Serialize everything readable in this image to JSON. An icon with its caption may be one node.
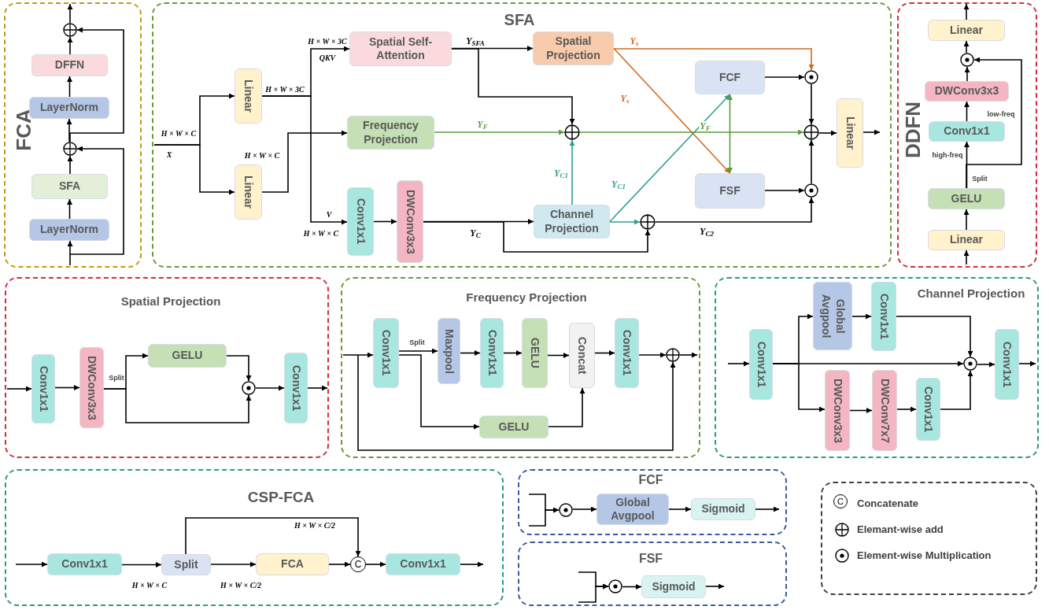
{
  "diagram": {
    "nodes": [
      {
        "text": [
          "FCA"
        ]
      },
      {
        "text": [],
        "shape": "circle",
        "in": 0
      },
      {
        "text": [
          "DFFN"
        ],
        "in": 0
      },
      {
        "text": [
          "LayerNorm"
        ],
        "in": 0
      },
      {
        "text": [],
        "shape": "circle",
        "in": 0
      },
      {
        "text": [
          "SFA"
        ],
        "in": 0
      },
      {
        "text": [
          "LayerNorm"
        ],
        "in": 0
      },
      {
        "text": [
          "SFA"
        ]
      },
      {
        "text": [
          "Linear"
        ],
        "in": 7
      },
      {
        "text": [
          "Linear"
        ],
        "in": 7
      },
      {
        "text": [
          "Spatial Self-Attention"
        ],
        "in": 7
      },
      {
        "text": [
          "Frequency Projection"
        ],
        "in": 7
      },
      {
        "text": [
          "Conv1x1"
        ],
        "in": 7
      },
      {
        "text": [
          "DWConv3x3"
        ],
        "in": 7
      },
      {
        "text": [
          "Spatial Projection"
        ],
        "in": 7
      },
      {
        "text": [
          "Channel Projection"
        ],
        "in": 7
      },
      {
        "text": [],
        "shape": "circle",
        "in": 7
      },
      {
        "text": [],
        "shape": "circle",
        "in": 7
      },
      {
        "text": [
          "FCF"
        ],
        "in": 7
      },
      {
        "text": [
          "FSF"
        ],
        "in": 7
      },
      {
        "text": [],
        "shape": "circle",
        "in": 7
      },
      {
        "text": [],
        "shape": "circle",
        "in": 7
      },
      {
        "text": [],
        "shape": "circle",
        "in": 7
      },
      {
        "text": [
          "Linear"
        ],
        "in": 7
      },
      {
        "text": [
          "DDFN"
        ]
      },
      {
        "text": [
          "Linear"
        ],
        "in": 24
      },
      {
        "text": [],
        "shape": "circle",
        "in": 24
      },
      {
        "text": [
          "DWConv3x3"
        ],
        "in": 24
      },
      {
        "text": [
          "Conv1x1"
        ],
        "in": 24
      },
      {
        "text": [
          "GELU"
        ],
        "in": 24
      },
      {
        "text": [
          "Linear"
        ],
        "in": 24
      },
      {
        "text": [
          "Spatial Projection"
        ]
      },
      {
        "text": [
          "Conv1x1"
        ],
        "in": 31
      },
      {
        "text": [
          "DWConv3x3"
        ],
        "in": 31
      },
      {
        "text": [
          "GELU"
        ],
        "in": 31
      },
      {
        "text": [],
        "shape": "circle",
        "in": 31
      },
      {
        "text": [
          "Conv1x1"
        ],
        "in": 31
      },
      {
        "text": [
          "Frequency Projection"
        ]
      },
      {
        "text": [
          "Conv1x1"
        ],
        "in": 37
      },
      {
        "text": [
          "Maxpool"
        ],
        "in": 37
      },
      {
        "text": [
          "Conv1x1"
        ],
        "in": 37
      },
      {
        "text": [
          "GELU"
        ],
        "in": 37
      },
      {
        "text": [
          "Concat"
        ],
        "in": 37
      },
      {
        "text": [
          "Conv1x1"
        ],
        "in": 37
      },
      {
        "text": [],
        "shape": "circle",
        "in": 37
      },
      {
        "text": [
          "GELU"
        ],
        "in": 37
      },
      {
        "text": [
          "Channel Projection"
        ]
      },
      {
        "text": [
          "Conv1x1"
        ],
        "in": 46
      },
      {
        "text": [
          "Global Avgpool"
        ],
        "in": 46
      },
      {
        "text": [
          "Conv1x1"
        ],
        "in": 46
      },
      {
        "text": [
          "DWConv3x3"
        ],
        "in": 46
      },
      {
        "text": [
          "DWConv7x7"
        ],
        "in": 46
      },
      {
        "text": [
          "Conv1x1"
        ],
        "in": 46
      },
      {
        "text": [],
        "shape": "circle",
        "in": 46
      },
      {
        "text": [
          "Conv1x1"
        ],
        "in": 46
      },
      {
        "text": [
          "CSP-FCA"
        ]
      },
      {
        "text": [
          "Conv1x1"
        ],
        "in": 55
      },
      {
        "text": [
          "Split"
        ],
        "in": 55
      },
      {
        "text": [
          "FCA"
        ],
        "in": 55
      },
      {
        "text": [
          "C"
        ],
        "in": 55
      },
      {
        "text": [
          "Conv1x1"
        ],
        "in": 55
      },
      {
        "text": [
          "FCF"
        ]
      },
      {
        "text": [],
        "shape": "circle",
        "in": 61
      },
      {
        "text": [
          "Global Avgpool"
        ],
        "in": 61
      },
      {
        "text": [
          "Sigmoid"
        ],
        "in": 61
      },
      {
        "text": [
          "FSF"
        ]
      },
      {
        "text": [],
        "shape": "circle",
        "in": 65
      },
      {
        "text": [
          "Sigmoid"
        ],
        "in": 65
      }
    ],
    "edges": [
      {
        "from": null,
        "to": 6,
        "arrow": "to"
      },
      {
        "from": 6,
        "to": 5,
        "arrow": "to"
      },
      {
        "from": 5,
        "to": 4,
        "arrow": "to"
      },
      {
        "from": null,
        "to": 4,
        "arrow": "to"
      },
      {
        "from": 4,
        "to": 3,
        "arrow": "to"
      },
      {
        "from": 3,
        "to": 2,
        "arrow": "to"
      },
      {
        "from": 2,
        "to": 1,
        "arrow": "to"
      },
      {
        "from": 4,
        "to": 1,
        "arrow": "to"
      },
      {
        "from": 1,
        "to": null,
        "arrow": "to"
      },
      {
        "from": null,
        "to": 8,
        "arrow": "to"
      },
      {
        "from": null,
        "to": 9,
        "arrow": "to"
      },
      {
        "from": 8,
        "to": 10,
        "arrow": "to"
      },
      {
        "from": 8,
        "to": 12,
        "arrow": "to"
      },
      {
        "from": 9,
        "to": 11,
        "arrow": "to"
      },
      {
        "from": 10,
        "to": 14,
        "arrow": "to",
        "label": "Y$_{SFA}$"
      },
      {
        "from": 10,
        "to": 16,
        "arrow": "to"
      },
      {
        "from": 11,
        "to": 16,
        "arrow": "to",
        "label": "Y$_{F}$",
        "color": "#5b9b3a"
      },
      {
        "from": 12,
        "to": 13,
        "arrow": "to"
      },
      {
        "from": 13,
        "to": 15,
        "arrow": "to",
        "label": "Y$_{C}$"
      },
      {
        "from": 13,
        "to": 17,
        "arrow": "to"
      },
      {
        "from": 15,
        "to": 16,
        "arrow": "to",
        "label": "Y$_{C1}$",
        "color": "#2f9e90"
      },
      {
        "from": 15,
        "to": 18,
        "arrow": "to",
        "label": "Y$_{C1}$",
        "color": "#2f9e90"
      },
      {
        "from": 15,
        "to": 17,
        "arrow": "to",
        "color": "#2f9e90"
      },
      {
        "from": 14,
        "to": 20,
        "arrow": "to",
        "label": "Y$_{s}$",
        "color": "#d2691e"
      },
      {
        "from": 14,
        "to": 19,
        "arrow": "to",
        "label": "Y$_{s}$",
        "color": "#d2691e"
      },
      {
        "from": 16,
        "to": 21,
        "arrow": "to",
        "label": "Y$_{F}$",
        "color": "#5b9b3a"
      },
      {
        "from": 18,
        "to": 19,
        "arrow": "both",
        "color": "#5b9b3a"
      },
      {
        "from": 18,
        "to": 20,
        "arrow": "to"
      },
      {
        "from": 19,
        "to": 22,
        "arrow": "to"
      },
      {
        "from": 20,
        "to": 21,
        "arrow": "to"
      },
      {
        "from": 22,
        "to": 21,
        "arrow": "to"
      },
      {
        "from": 17,
        "to": 22,
        "arrow": "to",
        "label": "Y$_{C2}$"
      },
      {
        "from": 21,
        "to": 23,
        "arrow": "to"
      },
      {
        "from": 23,
        "to": null,
        "arrow": "to"
      },
      {
        "from": null,
        "to": 30,
        "arrow": "to"
      },
      {
        "from": 30,
        "to": 29,
        "arrow": "to"
      },
      {
        "from": 29,
        "to": 28,
        "arrow": "to"
      },
      {
        "from": 29,
        "to": 26,
        "arrow": "to"
      },
      {
        "from": 28,
        "to": 27,
        "arrow": "to"
      },
      {
        "from": 27,
        "to": 26,
        "arrow": "to"
      },
      {
        "from": 26,
        "to": 25,
        "arrow": "to"
      },
      {
        "from": 25,
        "to": null,
        "arrow": "to"
      },
      {
        "from": null,
        "to": 32,
        "arrow": "to"
      },
      {
        "from": 32,
        "to": 33,
        "arrow": "to"
      },
      {
        "from": 33,
        "to": 34,
        "arrow": "to"
      },
      {
        "from": 33,
        "to": 35,
        "arrow": "to"
      },
      {
        "from": 34,
        "to": 35,
        "arrow": "to"
      },
      {
        "from": 35,
        "to": 36,
        "arrow": "to"
      },
      {
        "from": 36,
        "to": null,
        "arrow": "to"
      },
      {
        "from": null,
        "to": 38,
        "arrow": "to"
      },
      {
        "from": null,
        "to": 44,
        "arrow": "to"
      },
      {
        "from": 38,
        "to": 39,
        "arrow": "to"
      },
      {
        "from": 38,
        "to": 45,
        "arrow": "to"
      },
      {
        "from": 39,
        "to": 40,
        "arrow": "to"
      },
      {
        "from": 40,
        "to": 41,
        "arrow": "to"
      },
      {
        "from": 41,
        "to": 42,
        "arrow": "to"
      },
      {
        "from": 45,
        "to": 42,
        "arrow": "to"
      },
      {
        "from": 42,
        "to": 43,
        "arrow": "to"
      },
      {
        "from": 43,
        "to": 44,
        "arrow": "to"
      },
      {
        "from": 44,
        "to": null,
        "arrow": "to"
      },
      {
        "from": null,
        "to": 47,
        "arrow": "to"
      },
      {
        "from": 47,
        "to": 48,
        "arrow": "to"
      },
      {
        "from": 47,
        "to": 53,
        "arrow": "to"
      },
      {
        "from": 47,
        "to": 50,
        "arrow": "to"
      },
      {
        "from": 48,
        "to": 49,
        "arrow": "to"
      },
      {
        "from": 49,
        "to": 53,
        "arrow": "to"
      },
      {
        "from": 50,
        "to": 51,
        "arrow": "to"
      },
      {
        "from": 51,
        "to": 52,
        "arrow": "to"
      },
      {
        "from": 52,
        "to": 53,
        "arrow": "to"
      },
      {
        "from": 53,
        "to": 54,
        "arrow": "to"
      },
      {
        "from": 54,
        "to": null,
        "arrow": "to"
      },
      {
        "from": null,
        "to": 56,
        "arrow": "to"
      },
      {
        "from": 56,
        "to": 57,
        "arrow": "to"
      },
      {
        "from": 57,
        "to": 58,
        "arrow": "to"
      },
      {
        "from": 58,
        "to": 59,
        "arrow": "to"
      },
      {
        "from": 57,
        "to": 59,
        "arrow": "to"
      },
      {
        "from": 59,
        "to": 60,
        "arrow": "to"
      },
      {
        "from": 60,
        "to": null,
        "arrow": "to"
      },
      {
        "from": null,
        "to": 62,
        "arrow": "to"
      },
      {
        "from": null,
        "to": 62,
        "arrow": "to"
      },
      {
        "from": 62,
        "to": 63,
        "arrow": "to"
      },
      {
        "from": 63,
        "to": 64,
        "arrow": "to"
      },
      {
        "from": 64,
        "to": null,
        "arrow": "to"
      },
      {
        "from": null,
        "to": 66,
        "arrow": "to"
      },
      {
        "from": null,
        "to": 66,
        "arrow": "to"
      },
      {
        "from": 66,
        "to": 67,
        "arrow": "to"
      },
      {
        "from": 67,
        "to": null,
        "arrow": "to"
      }
    ],
    "labels": [
      "H × W × C",
      "X",
      "H × W × 3C",
      "H × W × 3C",
      "QKV",
      "H × W × C",
      "V",
      "H × W × C",
      "low-freq",
      "high-freq",
      "Split",
      "Split",
      "Split",
      "H × W × C/2",
      "H × W × C",
      "H × W × C/2",
      "C"
    ],
    "legend": [
      {
        "text": "Concatenate"
      },
      {
        "text": "Elemant-wise add"
      },
      {
        "text": "Element-wise Multiplication"
      }
    ]
  }
}
